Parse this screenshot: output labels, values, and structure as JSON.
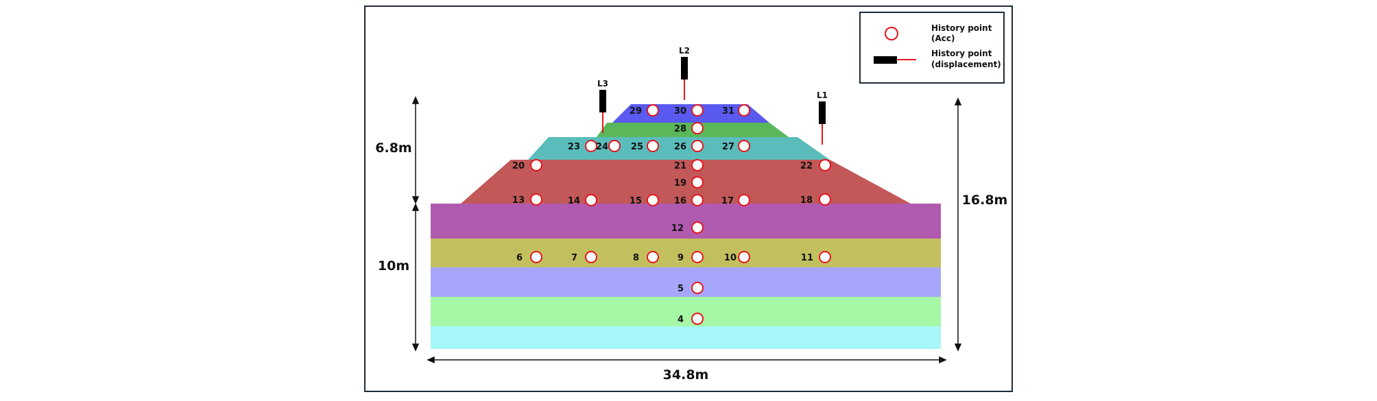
{
  "legend": {
    "acc_line1": "History point",
    "acc_line2": "(Acc)",
    "disp_line1": "History point",
    "disp_line2": "(displacement)"
  },
  "dimensions": {
    "embankment_height": "6.8m",
    "foundation_height": "10m",
    "total_height": "16.8m",
    "base_width": "34.8m"
  },
  "colors": {
    "marker_stroke": "#e8141c",
    "layer_top_blue": "#5a5af0",
    "layer_green": "#5ab85a",
    "layer_teal": "#5bbcbc",
    "layer_red": "#c25858",
    "layer_purple": "#b05ab0",
    "layer_olive": "#c2c05e",
    "layer_lavender": "#a6a6fa",
    "layer_lightgreen": "#a6f7a6",
    "layer_cyan": "#a6f7f7"
  },
  "acc_points": [
    "4",
    "5",
    "6",
    "7",
    "8",
    "9",
    "10",
    "11",
    "12",
    "13",
    "14",
    "15",
    "16",
    "17",
    "18",
    "19",
    "20",
    "21",
    "22",
    "23",
    "24",
    "25",
    "26",
    "27",
    "28",
    "29",
    "30",
    "31"
  ],
  "disp_points": [
    "L1",
    "L2",
    "L3"
  ]
}
